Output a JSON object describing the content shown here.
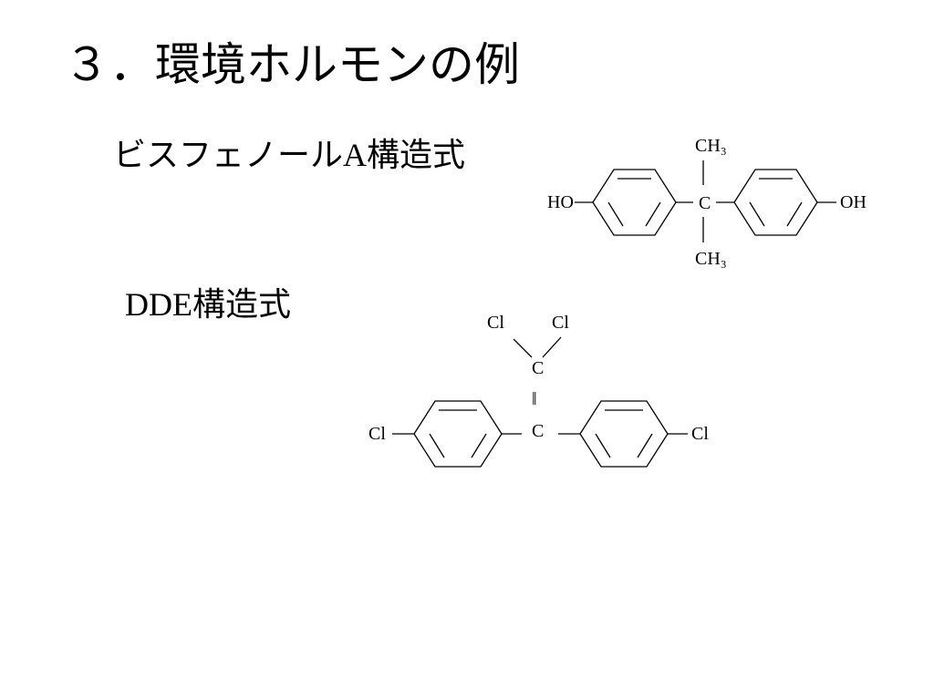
{
  "slide": {
    "title": "３．環境ホルモンの例"
  },
  "bisphenol_a": {
    "label_prefix": "ビスフェノール",
    "label_latin": "A",
    "label_suffix": "構造式",
    "atoms": {
      "left_group": "HO",
      "right_group": "OH",
      "center": "C",
      "top_methyl": "CH₃",
      "bottom_methyl": "CH₃"
    }
  },
  "dde": {
    "label_latin": "DDE",
    "label_suffix": "構造式",
    "atoms": {
      "top_left_chlorine": "Cl",
      "top_right_chlorine": "Cl",
      "upper_carbon": "C",
      "double_bond": "‖",
      "lower_carbon": "C",
      "left_chlorine": "Cl",
      "right_chlorine": "Cl"
    }
  }
}
